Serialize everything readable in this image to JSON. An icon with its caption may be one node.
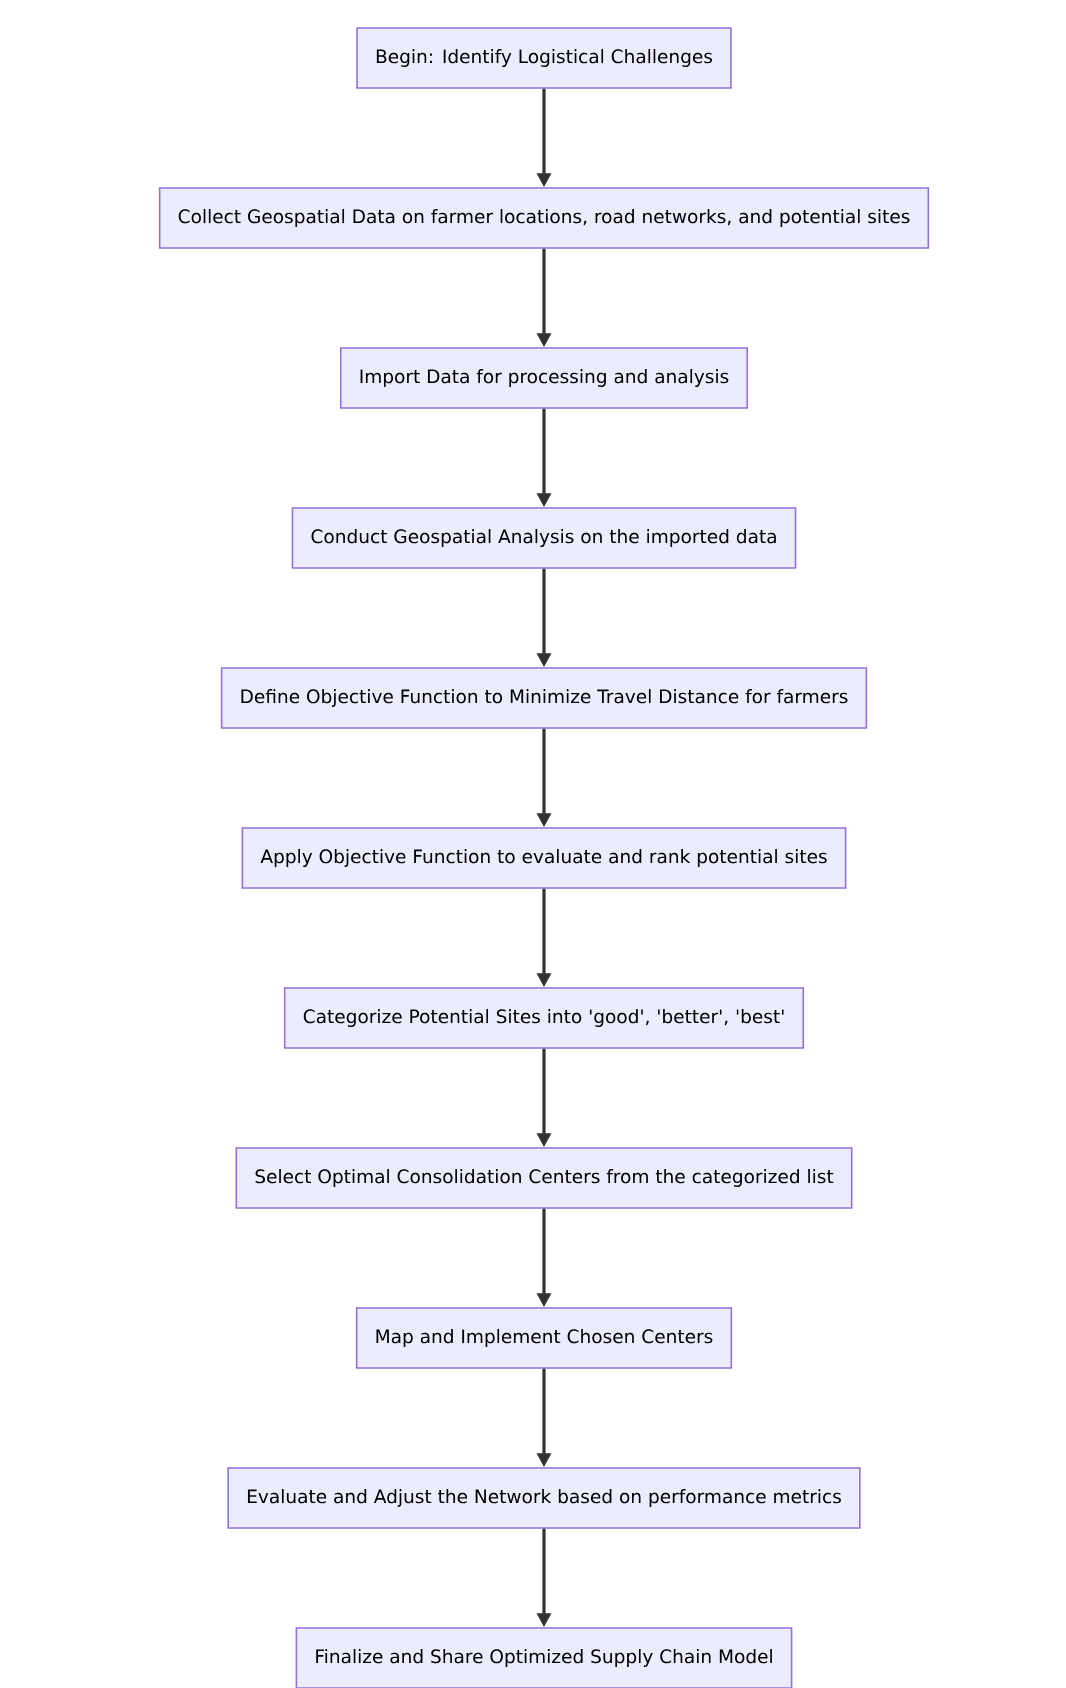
{
  "diagram": {
    "nodes": [
      {
        "text": [
          "Begin: Identify Logistical Challenges"
        ]
      },
      {
        "text": [
          "Collect Geospatial Data on farmer locations, road networks, and potential sites"
        ]
      },
      {
        "text": [
          "Import Data for processing and analysis"
        ]
      },
      {
        "text": [
          "Conduct Geospatial Analysis on the imported data"
        ]
      },
      {
        "text": [
          "Define Objective Function to Minimize Travel Distance for farmers"
        ]
      },
      {
        "text": [
          "Apply Objective Function to evaluate and rank potential sites"
        ]
      },
      {
        "text": [
          "Categorize Potential Sites into 'good', 'better', 'best'"
        ]
      },
      {
        "text": [
          "Select Optimal Consolidation Centers from the categorized list"
        ]
      },
      {
        "text": [
          "Map and Implement Chosen Centers"
        ]
      },
      {
        "text": [
          "Evaluate and Adjust the Network based on performance metrics"
        ]
      },
      {
        "text": [
          "Finalize and Share Optimized Supply Chain Model"
        ]
      }
    ],
    "edges": [
      {
        "from": 0,
        "to": 1,
        "arrow": "to"
      },
      {
        "from": 1,
        "to": 2,
        "arrow": "to"
      },
      {
        "from": 2,
        "to": 3,
        "arrow": "to"
      },
      {
        "from": 3,
        "to": 4,
        "arrow": "to"
      },
      {
        "from": 4,
        "to": 5,
        "arrow": "to"
      },
      {
        "from": 5,
        "to": 6,
        "arrow": "to"
      },
      {
        "from": 6,
        "to": 7,
        "arrow": "to"
      },
      {
        "from": 7,
        "to": 8,
        "arrow": "to"
      },
      {
        "from": 8,
        "to": 9,
        "arrow": "to"
      },
      {
        "from": 9,
        "to": 10,
        "arrow": "to"
      }
    ]
  }
}
